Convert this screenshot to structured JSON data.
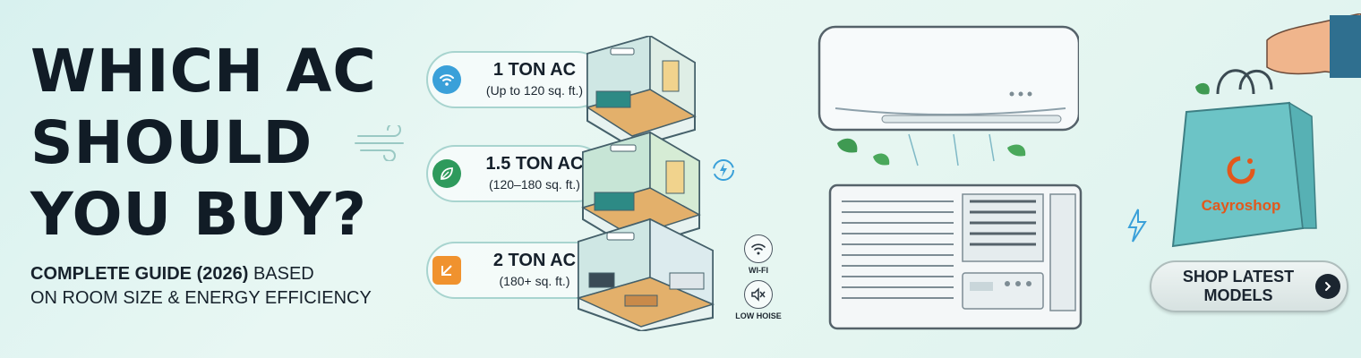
{
  "headline": {
    "line1": "WHICH AC",
    "line2": "SHOULD",
    "line3": "YOU BUY?"
  },
  "subhead": {
    "bold": "COMPLETE GUIDE (2026)",
    "normal_1": " BASED",
    "line2": "ON ROOM SIZE & ENERGY EFFICIENCY"
  },
  "tons": [
    {
      "ton": "1 TON AC",
      "area": "(Up to 120 sq. ft.)",
      "icon": "wifi-icon",
      "color": "#3aa0d9"
    },
    {
      "ton": "1.5 TON AC",
      "area": "(120–180 sq. ft.)",
      "icon": "leaf-icon",
      "color": "#2e9a5c"
    },
    {
      "ton": "2 TON AC",
      "area": "(180+ sq. ft.)",
      "icon": "power-icon",
      "color": "#f0922e"
    }
  ],
  "features": {
    "wifi": "WI-FI",
    "noise": "LOW HOISE"
  },
  "brand": "Cayroshop",
  "cta": {
    "label": "SHOP LATEST MODELS",
    "icon": "chevron-right-icon"
  },
  "colors": {
    "accent": "#e2581c",
    "dark": "#1b2530",
    "teal": "#6cc4c6"
  }
}
